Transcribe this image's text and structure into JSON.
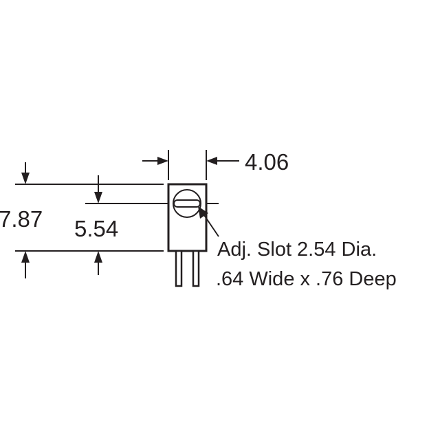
{
  "dimensions": {
    "width": "4.06",
    "total_height": "7.87",
    "adjust_height": "5.54"
  },
  "note": {
    "line1": "Adj. Slot 2.54 Dia.",
    "line2": ".64 Wide x .76 Deep"
  },
  "colors": {
    "ink": "#231f20",
    "background": "#ffffff"
  }
}
